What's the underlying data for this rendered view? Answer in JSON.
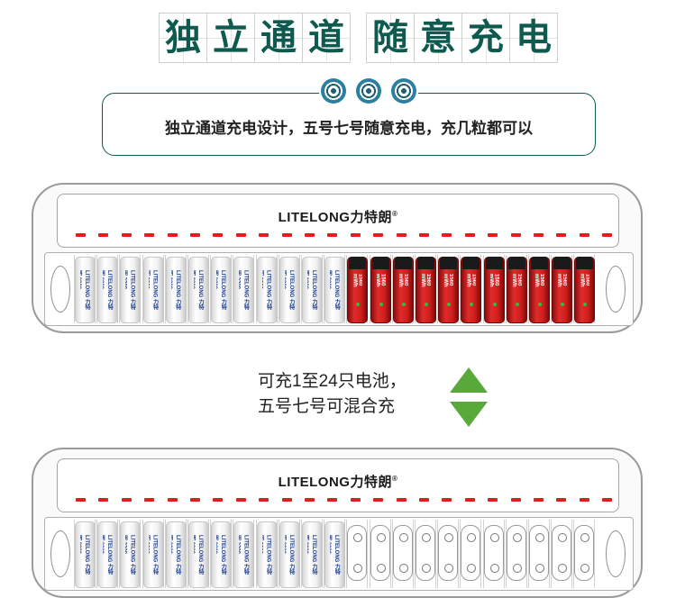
{
  "title": {
    "chars": [
      "独",
      "立",
      "通",
      "道",
      "随",
      "意",
      "充",
      "电"
    ]
  },
  "banner": {
    "subtitle": "独立通道充电设计，五号七号随意充电，充几粒都可以"
  },
  "charger": {
    "brand": "LITELONG力特朗",
    "brand_mark": "®",
    "white_label": "LITELONG 力特朗 3200",
    "red_label": "1560 mWh"
  },
  "middle": {
    "line1": "可充1至24只电池，",
    "line2": "五号七号可混合充"
  },
  "colors": {
    "title_green": "#0e5a4e",
    "led_red": "#e01e1e",
    "arrow_green": "#58a83a",
    "battery_red": "#d11d1d"
  },
  "icons": [
    "concentric-circle-icon",
    "concentric-circle-icon",
    "concentric-circle-icon",
    "arrow-up-icon",
    "arrow-down-icon"
  ]
}
